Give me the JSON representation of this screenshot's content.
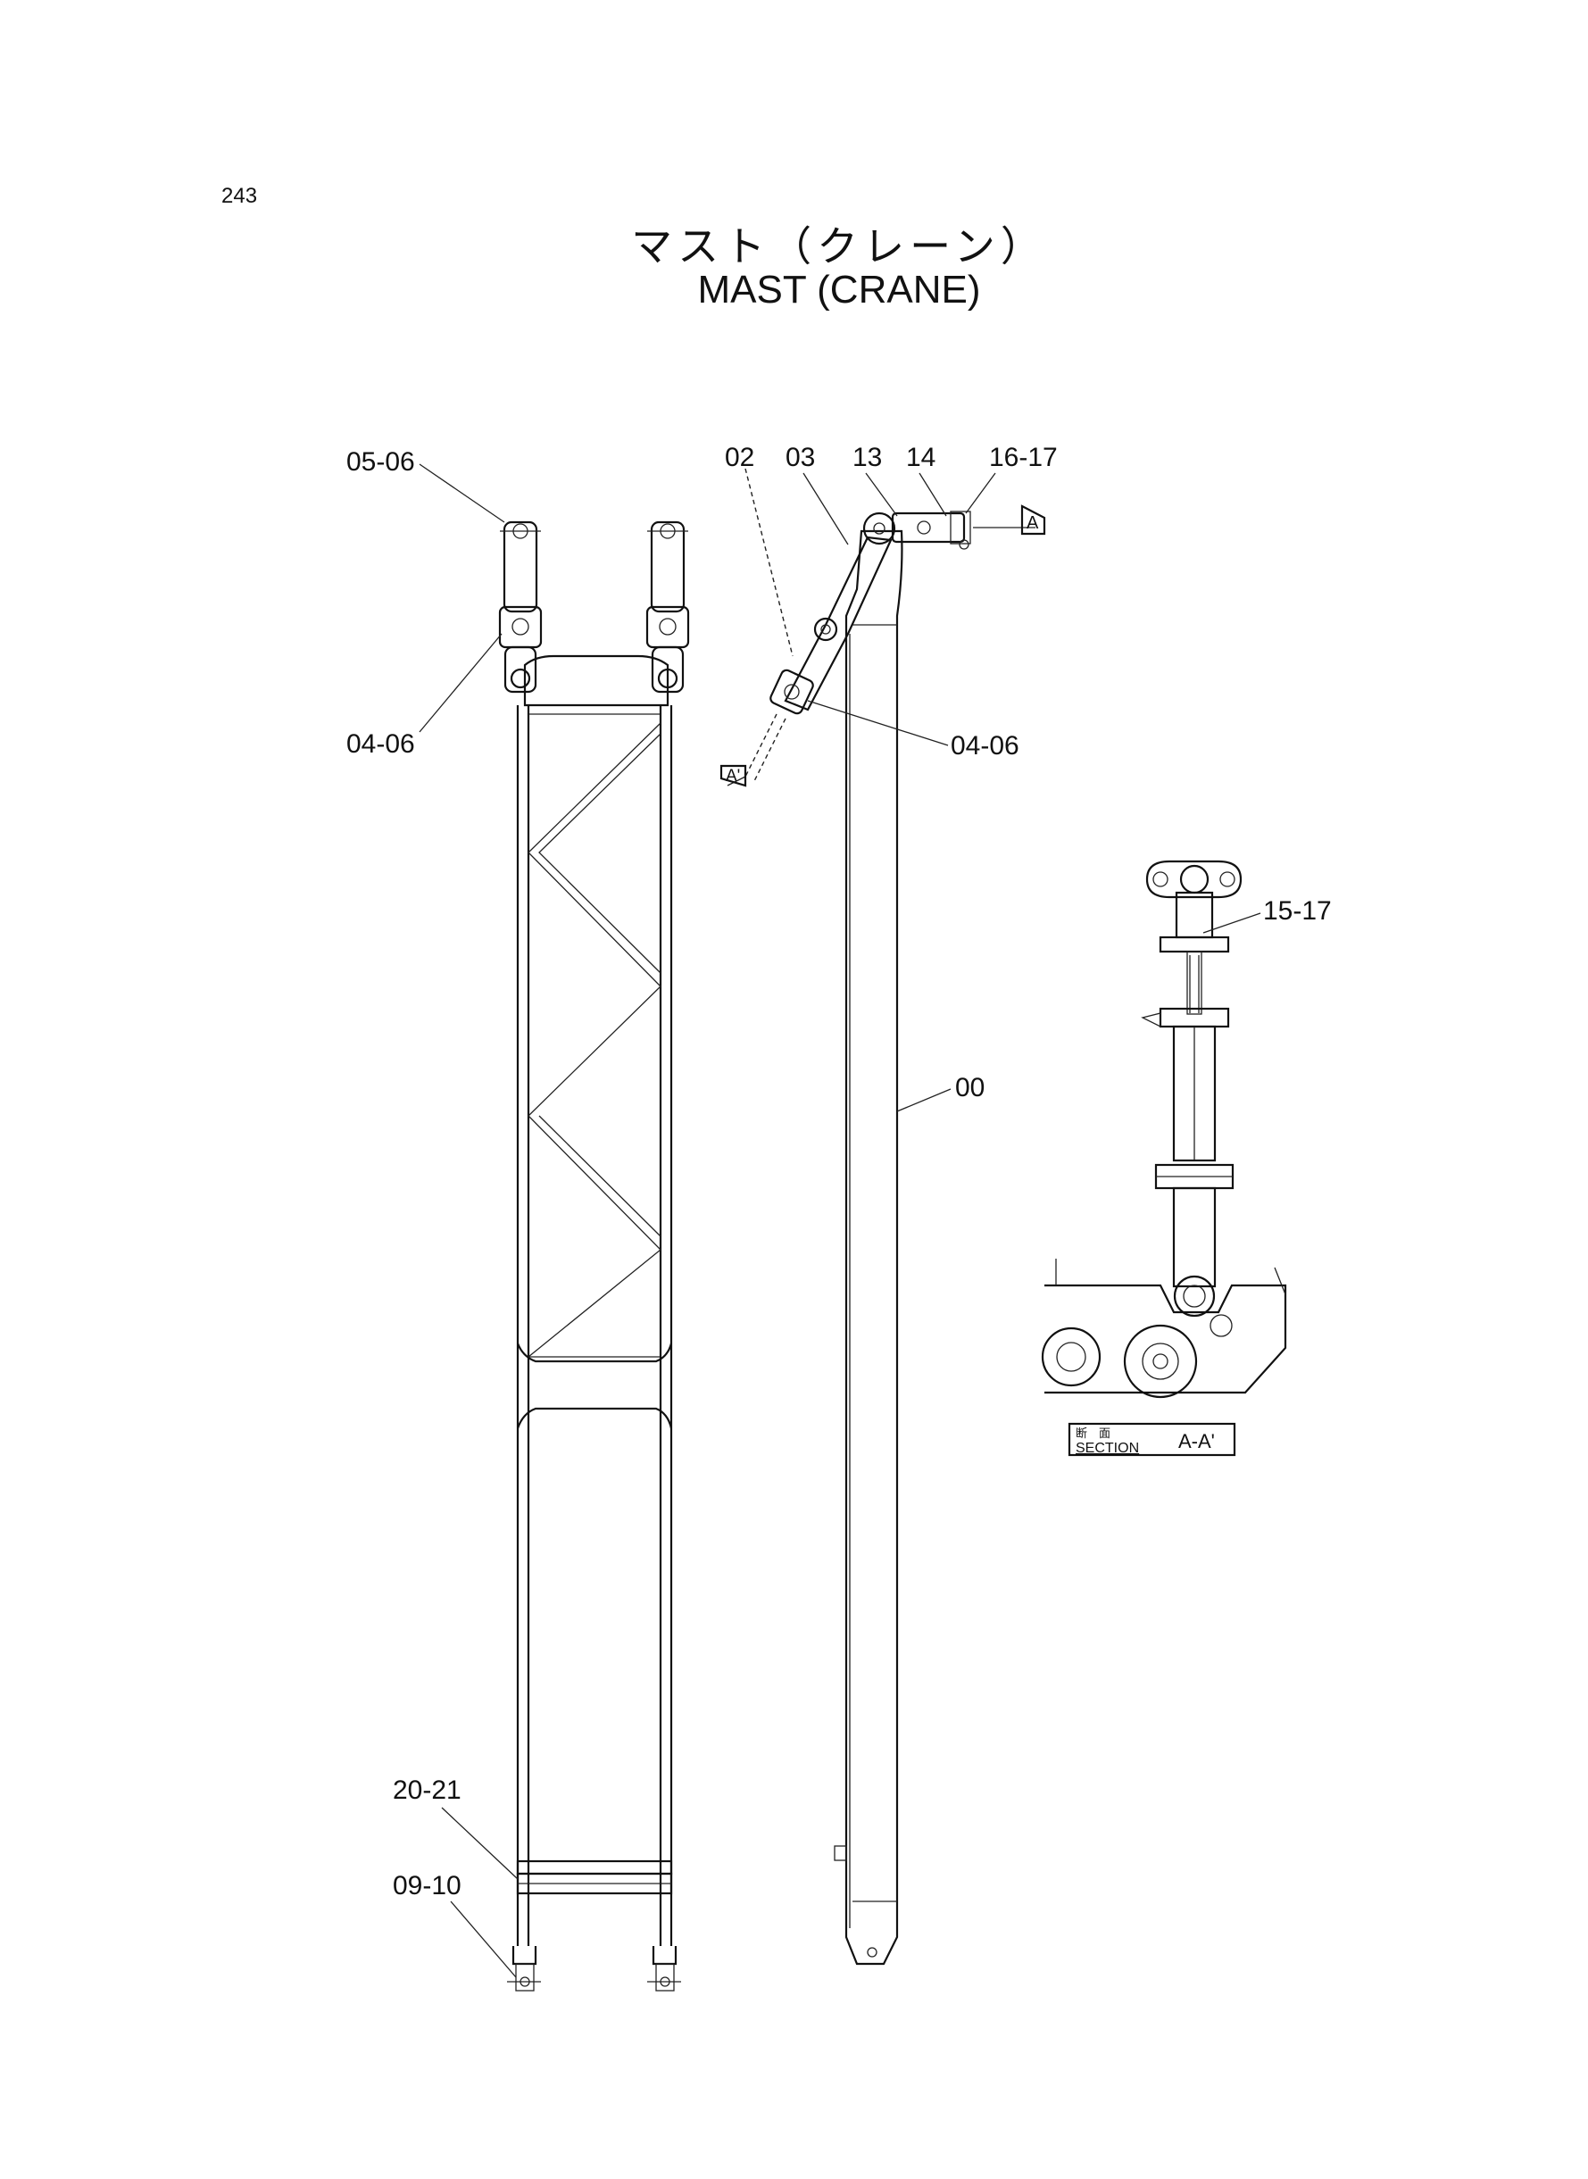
{
  "page_number": "243",
  "title_jp": "マスト（クレーン）",
  "title_en": "MAST (CRANE)",
  "callouts": {
    "c0506": "05-06",
    "c0406_left": "04-06",
    "c02": "02",
    "c03": "03",
    "c13": "13",
    "c14": "14",
    "c1617": "16-17",
    "c0406_right": "04-06",
    "c1517": "15-17",
    "c00": "00",
    "c2021": "20-21",
    "c0910": "09-10"
  },
  "section_marks": {
    "a_top": "A",
    "a_bottom": "A'"
  },
  "section_label": {
    "jp": "断　面",
    "en": "SECTION",
    "view": "A-A'"
  }
}
